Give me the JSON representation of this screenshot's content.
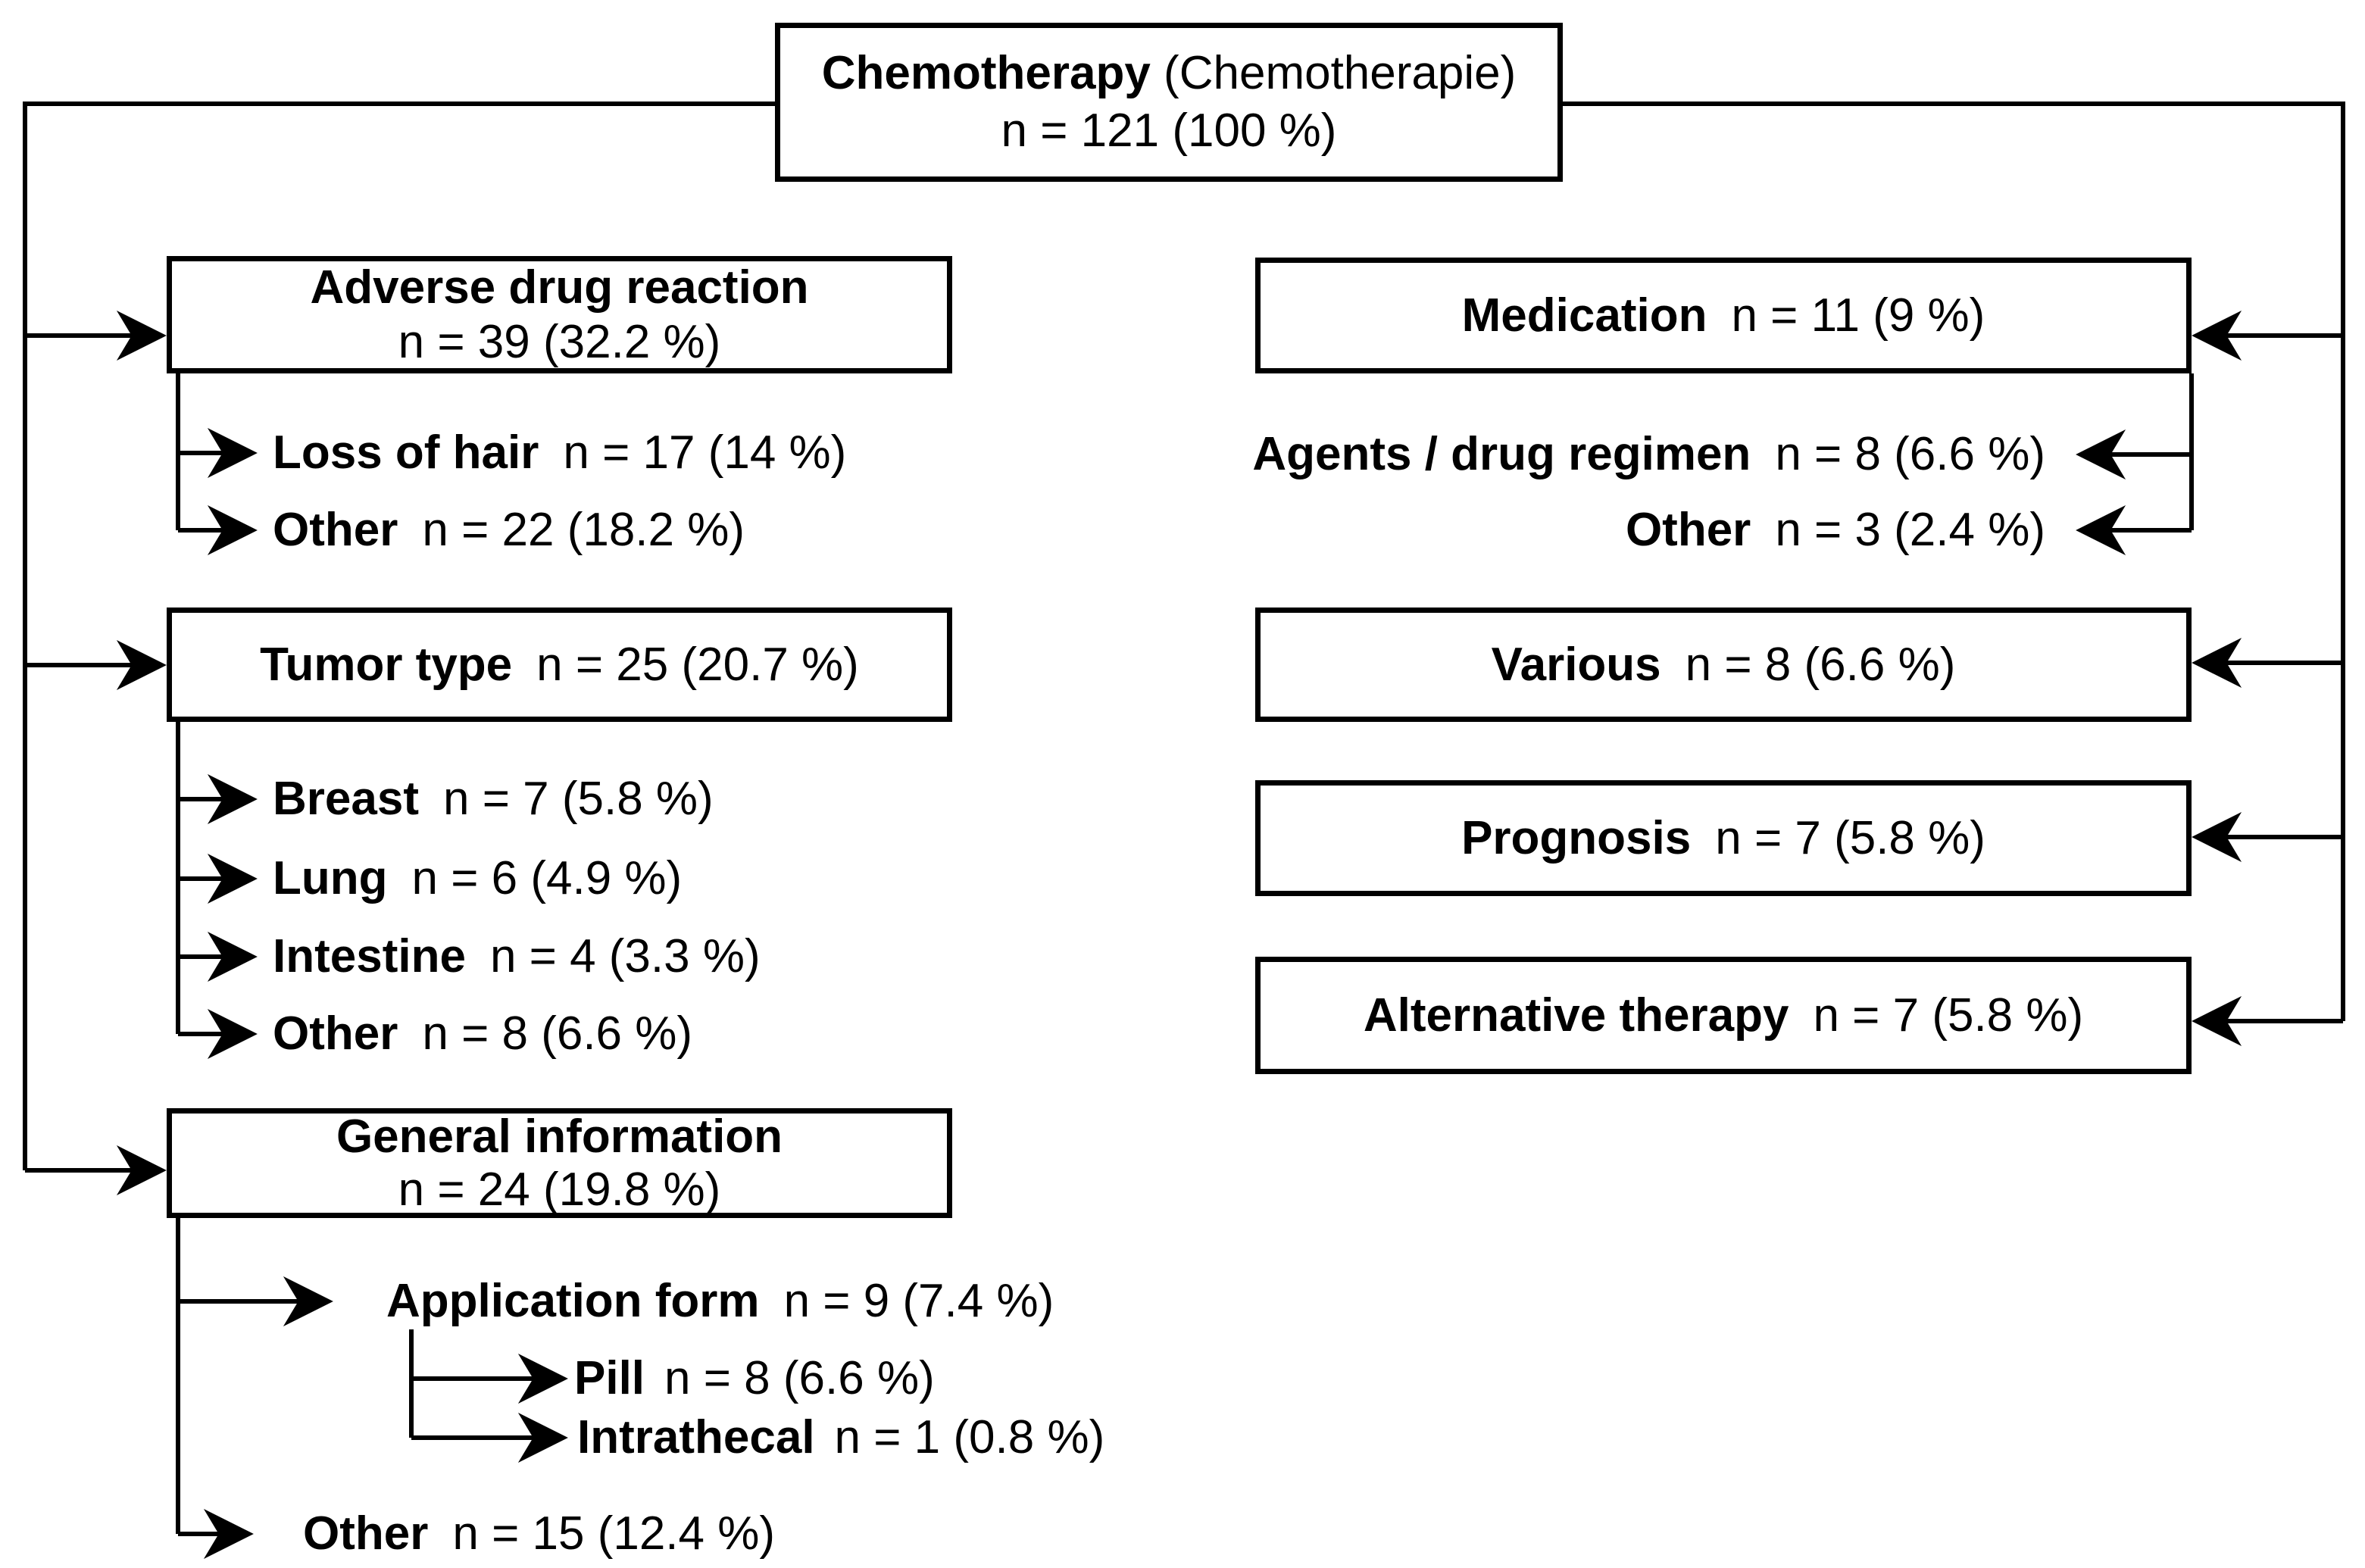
{
  "root": {
    "label": "Chemotherapy",
    "label_paren": " (Chemotherapie)",
    "count": "n = 121 (100 %)"
  },
  "left_groups": [
    {
      "title": "Adverse drug reaction",
      "count": "n = 39 (32.2 %)",
      "children": [
        {
          "label": "Loss of hair",
          "count": "n = 17 (14 %)"
        },
        {
          "label": "Other",
          "count": "n = 22 (18.2 %)"
        }
      ]
    },
    {
      "title": "Tumor type",
      "count": "n = 25 (20.7 %)",
      "children": [
        {
          "label": "Breast",
          "count": "n = 7 (5.8 %)"
        },
        {
          "label": "Lung",
          "count": "n = 6 (4.9 %)"
        },
        {
          "label": "Intestine",
          "count": "n = 4 (3.3 %)"
        },
        {
          "label": "Other",
          "count": "n = 8 (6.6 %)"
        }
      ]
    },
    {
      "title": "General information",
      "count": "n = 24 (19.8 %)",
      "children": [
        {
          "label": "Application form",
          "count": "n = 9 (7.4 %)",
          "children": [
            {
              "label": "Pill",
              "count": "n = 8 (6.6 %)"
            },
            {
              "label": "Intrathecal",
              "count": "n = 1 (0.8 %)"
            }
          ]
        },
        {
          "label": "Other",
          "count": "n = 15 (12.4 %)"
        }
      ]
    }
  ],
  "right_groups": [
    {
      "title": "Medication",
      "count": "n = 11 (9 %)",
      "children": [
        {
          "label": "Agents / drug regimen",
          "count": "n = 8 (6.6 %)"
        },
        {
          "label": "Other",
          "count": "n = 3 (2.4 %)"
        }
      ]
    },
    {
      "title": "Various",
      "count": "n = 8 (6.6 %)"
    },
    {
      "title": "Prognosis",
      "count": "n = 7 (5.8 %)"
    },
    {
      "title": "Alternative therapy",
      "count": "n = 7 (5.8 %)"
    }
  ],
  "colors": {
    "line": "#000000",
    "background": "#ffffff",
    "text": "#000000"
  }
}
